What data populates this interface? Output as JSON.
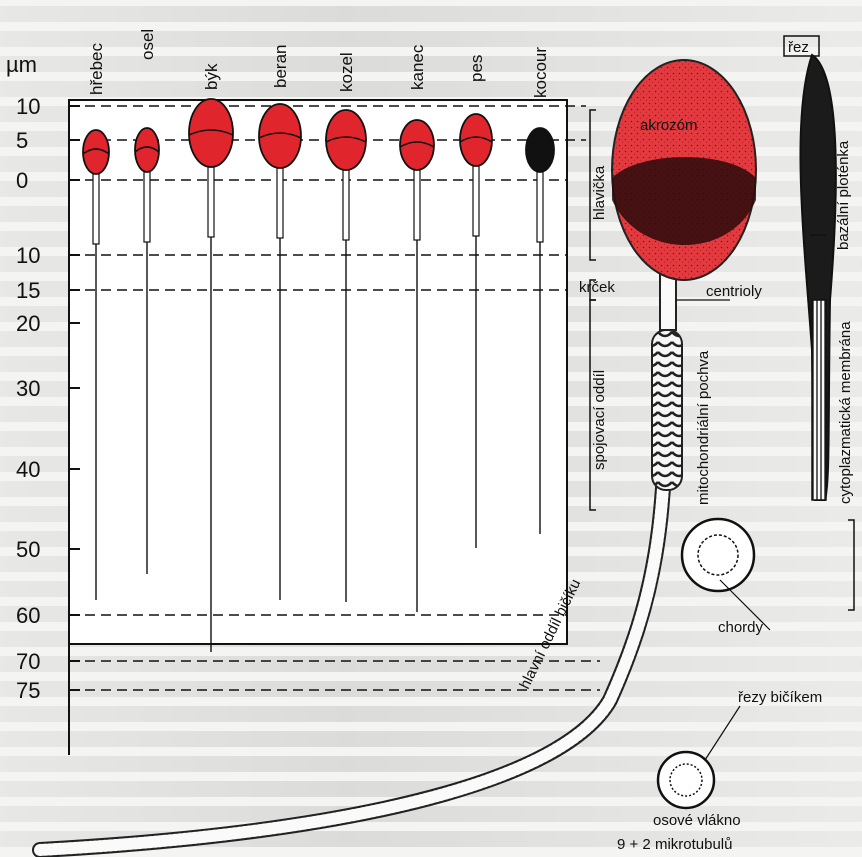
{
  "axis": {
    "unit": "µm",
    "ticks": [
      {
        "value": 10,
        "label": "10"
      },
      {
        "value": 5,
        "label": "5"
      },
      {
        "value": 0,
        "label": "0"
      },
      {
        "value": 10,
        "label": "10"
      },
      {
        "value": 15,
        "label": "15"
      },
      {
        "value": 20,
        "label": "20"
      },
      {
        "value": 30,
        "label": "30"
      },
      {
        "value": 40,
        "label": "40"
      },
      {
        "value": 50,
        "label": "50"
      },
      {
        "value": 60,
        "label": "60"
      },
      {
        "value": 70,
        "label": "70"
      },
      {
        "value": 75,
        "label": "75"
      }
    ]
  },
  "species": [
    {
      "name": "hřebec",
      "head_color": "#e0262c"
    },
    {
      "name": "osel",
      "head_color": "#e0262c"
    },
    {
      "name": "býk",
      "head_color": "#e0262c"
    },
    {
      "name": "beran",
      "head_color": "#e0262c"
    },
    {
      "name": "kozel",
      "head_color": "#e0262c"
    },
    {
      "name": "kanec",
      "head_color": "#e0262c"
    },
    {
      "name": "pes",
      "head_color": "#e0262c"
    },
    {
      "name": "kocour",
      "head_color": "#111111"
    }
  ],
  "labels": {
    "akrozom": "akrozóm",
    "hlavicka": "hlavička",
    "krcek": "krček",
    "spojovaci_oddil": "spojovací oddíl",
    "mitochondrialni_pochva": "mitochondriální pochva",
    "centrioly": "centrioly",
    "hlavni_oddil_bicku": "hlavní oddíl bičíku",
    "rez": "řez",
    "bazalni_plotenka": "bazální ploténka",
    "cytoplazmaticka_membrana": "cytoplazmatická membrána",
    "chordy": "chordy",
    "rezy_bicikem": "řezy bičíkem",
    "osove_vlakno": "osové vlákno",
    "mikrotubuly": "9 + 2 mikrotubulů"
  },
  "colors": {
    "accent": "#e0262c",
    "ink": "#111111"
  }
}
